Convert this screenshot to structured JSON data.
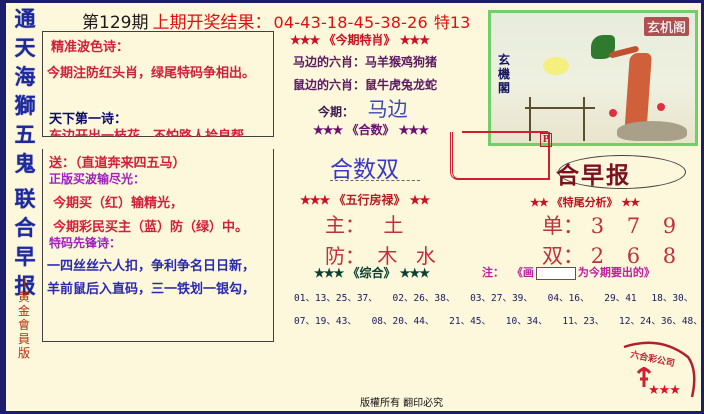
{
  "side_title": {
    "chars_top": [
      "通",
      "天",
      "海",
      "獅",
      "五",
      "鬼"
    ],
    "chars_bottom": [
      "联",
      "合",
      "早",
      "报"
    ],
    "edition_chars": [
      "黄",
      "金",
      "會",
      "員",
      "版"
    ]
  },
  "header": {
    "issue": "第129期",
    "result_label": "上期开奖结果：",
    "numbers": "04-43-18-45-38-26",
    "special": "特13"
  },
  "poem_box": {
    "title": "精准波色诗：",
    "line1": "今期注防红头肖，绿尾特码争相出。",
    "subtitle": "天下第一诗：",
    "line2": "东边开出一枝花，不怕路人拾良帮"
  },
  "poem_box2": {
    "send_line": "送：（直道奔来四五马）",
    "subtitle": "正版买波输尽光：",
    "line1": "今期买（红）输精光，",
    "line2": "今期彩民买主（蓝）防（绿）中。",
    "subtitle2": "特码先锋诗：",
    "line3": "一四丝丝六人扣，争利争名日日新，",
    "line4": "羊前鼠后入直码，三一铁划一银勾，"
  },
  "zodiac": {
    "stars_left": "★★★",
    "title": "《今期特肖》",
    "stars_right": "★★★",
    "horse_label": "马边的六肖：",
    "horse_value": "马羊猴鸡狗猪",
    "rat_label": "鼠边的六肖：",
    "rat_value": "鼠牛虎兔龙蛇",
    "current_label": "今期：",
    "current_value": "马边"
  },
  "sum_section": {
    "stars_left": "★★★",
    "title": "《合数》",
    "stars_right": "★★★",
    "value": "合数双"
  },
  "five_elements": {
    "stars_left": "★★★",
    "title": "《五行房禄》",
    "stars_right": "★★",
    "main_label": "主：",
    "main_value": "土",
    "guard_label": "防：",
    "guard_value1": "木",
    "guard_value2": "水"
  },
  "paper": {
    "badge": "P",
    "title": "合早报"
  },
  "picture": {
    "brand_tag": "玄机阁",
    "vertical_brand": [
      "玄",
      "機",
      "閣"
    ]
  },
  "tail_analysis": {
    "stars_left": "★★",
    "title": "《特尾分析》",
    "stars_right": "★★",
    "odd_label": "单：",
    "odd_values": "3 7 9",
    "even_label": "双：",
    "even_values": "2 6 8"
  },
  "combined": {
    "stars_left": "★★★",
    "title": "《综合》",
    "stars_right": "★★★",
    "note_label": "注：",
    "note_pre": "《画",
    "note_post": "为今期要出的》",
    "row1": [
      "01、13、25、37、",
      "02、26、38、",
      "03、27、39、",
      "04、16、",
      "29、41",
      "18、30、"
    ],
    "row2": [
      "07、19、43、",
      "08、20、44、",
      "21、45、",
      "10、34、",
      "11、23、",
      "12、24、36、48、"
    ]
  },
  "seal": {
    "text": "六合彩公司",
    "stars": "★★★"
  },
  "footer": {
    "text": "版權所有 翻印必究"
  },
  "colors": {
    "background": "#fdf7dc",
    "border": "#1d1d6e",
    "red": "#e01010",
    "navy": "#1e2a9a",
    "purple": "#a020c0",
    "picture_border": "#6fd06a"
  }
}
